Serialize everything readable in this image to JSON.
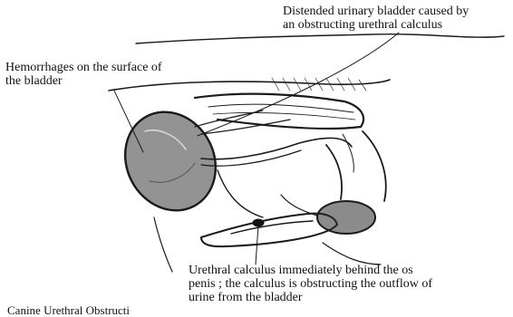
{
  "labels": {
    "bladder_distension": {
      "line1": "Distended urinary bladder caused by",
      "line2": "an obstructing urethral calculus"
    },
    "hemorrhages": {
      "line1": "Hemorrhages on the surface of",
      "line2": "the bladder"
    },
    "urethral_calculus": {
      "line1": "Urethral calculus immediately behind the os",
      "line2": "penis ; the calculus is obstructing the outflow of",
      "line3": "urine from the bladder"
    }
  },
  "caption": "Canine Urethral Obstructi"
}
